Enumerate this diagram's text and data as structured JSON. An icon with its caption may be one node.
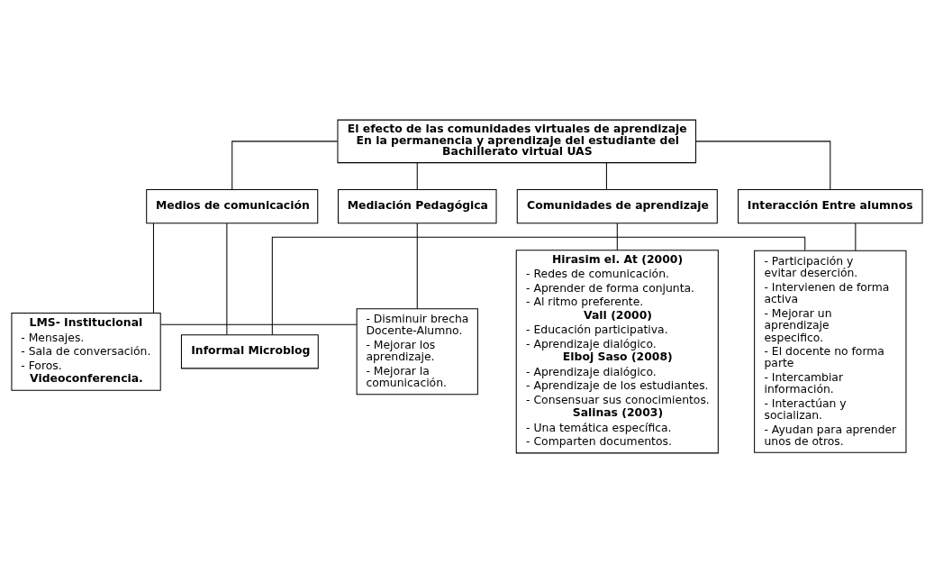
{
  "diagram": {
    "nodes": [
      {
        "text": [
          "El efecto de las comunidades virtuales de aprendizaje En la permanencia y aprendizaje del estudiante del Bachillerato virtual UAS"
        ]
      },
      {
        "text": [
          "Medios de comunicación"
        ]
      },
      {
        "text": [
          "Mediación Pedagógica"
        ]
      },
      {
        "text": [
          "Comunidades de aprendizaje"
        ]
      },
      {
        "text": [
          "Interacción Entre alumnos"
        ]
      },
      {
        "text": [
          "LMS- Institucional",
          "- Mensajes.",
          "- Sala de conversación.",
          "- Foros.",
          "Videoconferencia."
        ]
      },
      {
        "text": [
          "- Disminuir brecha Docente-Alumno.",
          "- Mejorar los aprendizaje.",
          "- Mejorar la comunicación."
        ]
      },
      {
        "text": [
          "Hirasim el. At (2000)",
          "- Redes de comunicación.",
          "- Aprender de forma conjunta.",
          "- Al ritmo preferente.",
          "Vall (2000)",
          "- Educación participativa.",
          "- Aprendizaje dialógico.",
          "Elboj Saso (2008)",
          "- Aprendizaje dialógico.",
          "- Aprendizaje de los estudiantes.",
          "- Consensuar sus conocimientos.",
          "Salinas (2003)",
          "- Una temática específica.",
          "- Comparten documentos."
        ]
      },
      {
        "text": [
          "- Participación y evitar deserción.",
          "- Intervienen de forma activa",
          "- Mejorar un aprendizaje especifico.",
          "- El docente no forma parte",
          "- Intercambiar información.",
          "- Interactúan y socializan.",
          "- Ayudan para aprender unos de otros."
        ]
      },
      {
        "text": [
          "Informal Microblog"
        ]
      }
    ],
    "edges": [
      {
        "from": 0,
        "to": 1,
        "arrow": "none"
      },
      {
        "from": 0,
        "to": 2,
        "arrow": "none"
      },
      {
        "from": 0,
        "to": 3,
        "arrow": "none"
      },
      {
        "from": 0,
        "to": 4,
        "arrow": "none"
      },
      {
        "from": 1,
        "to": 5,
        "arrow": "none"
      },
      {
        "from": 1,
        "to": 9,
        "arrow": "none"
      },
      {
        "from": 2,
        "to": 6,
        "arrow": "none"
      },
      {
        "from": 3,
        "to": 7,
        "arrow": "none"
      },
      {
        "from": 4,
        "to": 8,
        "arrow": "none"
      },
      {
        "from": 5,
        "to": 6,
        "arrow": "none"
      },
      {
        "from": 9,
        "to": 8,
        "arrow": "none"
      }
    ]
  }
}
